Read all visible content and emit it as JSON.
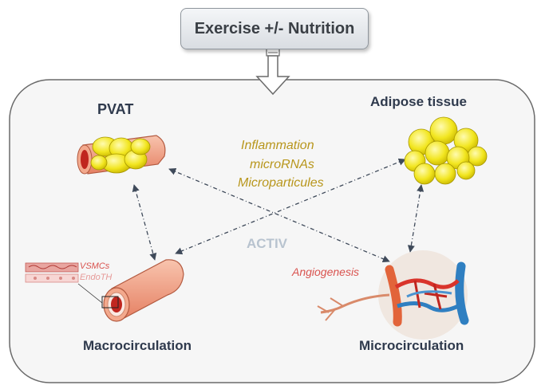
{
  "title": "Exercise +/- Nutrition",
  "nodes": {
    "pvat": "PVAT",
    "adipose": "Adipose tissue",
    "macro": "Macrocirculation",
    "micro": "Microcirculation"
  },
  "mediators": [
    "Inflammation",
    "microRNAs",
    "Microparticules"
  ],
  "center_label": "ACTIV",
  "macro_layers": {
    "vsmc": "VSMCs",
    "endo": "EndoTH"
  },
  "angiogenesis": "Angiogenesis",
  "colors": {
    "fat": "#f2e620",
    "vessel": "#f3a98d",
    "artery_red": "#d9342b",
    "vein_blue": "#2f7fc1",
    "mediator_text": "#b8961c",
    "label_text": "#2f3a4d"
  }
}
